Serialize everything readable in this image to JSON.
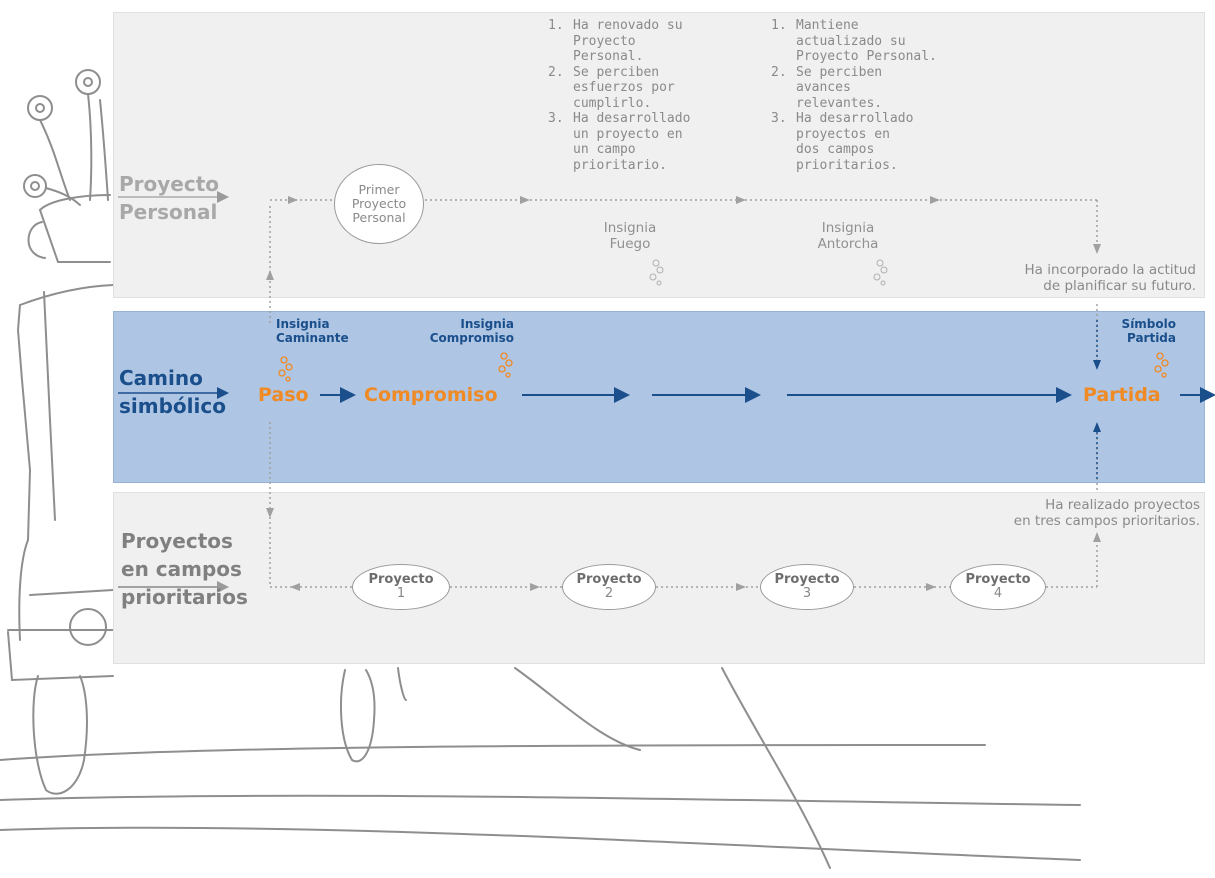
{
  "colors": {
    "orange": "#f08a24",
    "blue": "#1a4f8c",
    "blue_band": "#aec5e3",
    "grey_band": "#f0f0f0"
  },
  "rows": {
    "personal": [
      "Proyecto",
      "Personal"
    ],
    "camino": [
      "Camino",
      "simbólico"
    ],
    "campos": [
      "Proyectos",
      "en campos",
      "prioritarios"
    ]
  },
  "steps": {
    "paso": "Paso",
    "compromiso": "Compromiso",
    "partida": "Partida"
  },
  "badges": {
    "caminante": [
      "Insignia",
      "Caminante"
    ],
    "compromiso": [
      "Insignia",
      "Compromiso"
    ],
    "partida": [
      "Símbolo",
      "Partida"
    ]
  },
  "primer": [
    "Primer",
    "Proyecto",
    "Personal"
  ],
  "list1": [
    {
      "n": "1.",
      "t": "Ha renovado su\nProyecto\nPersonal."
    },
    {
      "n": "2.",
      "t": "Se perciben\nesfuerzos por\ncumplirlo."
    },
    {
      "n": "3.",
      "t": "Ha desarrollado\nun proyecto en\nun campo\nprioritario."
    }
  ],
  "list2": [
    {
      "n": "1.",
      "t": "Mantiene\nactualizado su\nProyecto Personal."
    },
    {
      "n": "2.",
      "t": "Se perciben\navances\nrelevantes."
    },
    {
      "n": "3.",
      "t": "Ha desarrollado\nproyectos en\ndos campos\nprioritarios."
    }
  ],
  "insignias": {
    "fuego": [
      "Insignia",
      "Fuego"
    ],
    "antorcha": [
      "Insignia",
      "Antorcha"
    ]
  },
  "notes": {
    "planificar": [
      "Ha incorporado la actitud",
      "de planificar su futuro."
    ],
    "realizado": [
      "Ha realizado proyectos",
      "en tres campos prioritarios."
    ]
  },
  "projects": [
    {
      "label": "Proyecto",
      "num": "1"
    },
    {
      "label": "Proyecto",
      "num": "2"
    },
    {
      "label": "Proyecto",
      "num": "3"
    },
    {
      "label": "Proyecto",
      "num": "4"
    }
  ],
  "icons": {
    "badge": "flower-badge-icon"
  }
}
